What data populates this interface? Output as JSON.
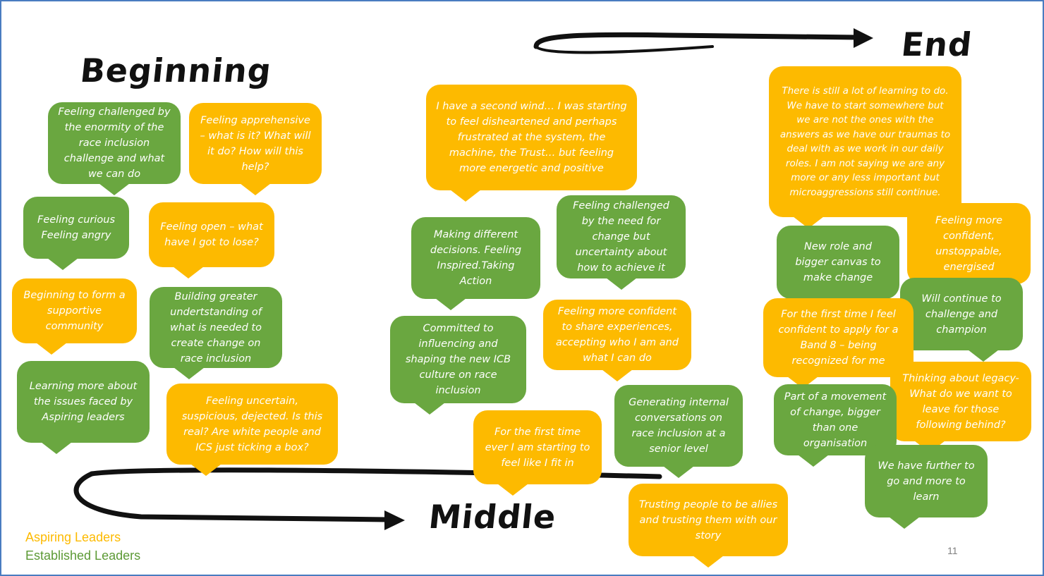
{
  "headings": {
    "beginning": "Beginning",
    "middle": "Middle",
    "end": "End"
  },
  "colors": {
    "aspiring": "#fdba00",
    "established": "#6aa740",
    "border": "#4a7cc0"
  },
  "bubbles": {
    "b1": "Feeling challenged by the enormity of the race inclusion challenge and what we can do",
    "b2": "Feeling apprehensive – what is it? What will it do? How will this help?",
    "b3": "Feeling curious\nFeeling angry",
    "b4": "Feeling open – what have I got to lose?",
    "b5": "Beginning to form a supportive community",
    "b6": "Building greater undertstanding of what is needed to create change on race inclusion",
    "b7": "Learning more about the issues faced by Aspiring leaders",
    "b8": "Feeling uncertain, suspicious, dejected. Is this real? Are white people and ICS just ticking a box?",
    "m1": "I have a second wind… I was starting to feel disheartened and perhaps frustrated at the system, the machine, the Trust… but feeling more energetic and positive",
    "m2": "Making different decisions. Feeling Inspired.Taking Action",
    "m3": "Feeling challenged by the need for change but uncertainty about how to achieve it",
    "m4": "Committed to influencing and shaping the new ICB culture on race inclusion",
    "m5": "Feeling more confident to share experiences, accepting who I am and what I can do",
    "m6": "For the first time ever I am starting to feel like I fit in",
    "m7": "Generating internal conversations on race inclusion at a senior level",
    "m8": "Trusting people to be allies and trusting them with our story",
    "e1": "There is still a lot of learning to do. We have to start somewhere but we are not the ones with the answers as we have our traumas to deal with as we work in our daily roles. I am not saying we are any more or any less important but microaggressions still continue.",
    "e2": "Feeling more confident, unstoppable, energised",
    "e3": "New role and bigger canvas to make change",
    "e4": "Will continue to challenge and champion",
    "e5": "For the first time I feel confident to apply for a Band 8 – being recognized for me",
    "e6": "Thinking about legacy- What do we want to leave for those following behind?",
    "e7": "Part of a movement of change, bigger than one organisation",
    "e8": "We have further to go and more to learn"
  },
  "legend": {
    "aspiring": "Aspiring Leaders",
    "established": "Established Leaders"
  },
  "page_number": "11"
}
